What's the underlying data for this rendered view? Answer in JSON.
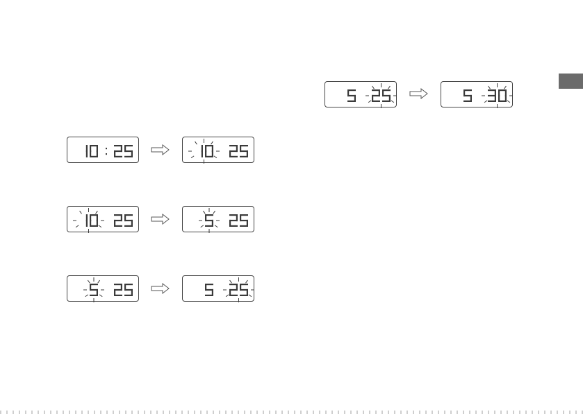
{
  "colors": {
    "ink": "#3a3a3a",
    "frame": "#444444",
    "tab": "#6b6b6b"
  },
  "displays": [
    {
      "h": "10",
      "colon": ":",
      "m": "25",
      "blink": "none"
    },
    {
      "h": "10",
      "colon": "",
      "m": "25",
      "blink": "hour"
    },
    {
      "h": "10",
      "colon": "",
      "m": "25",
      "blink": "hour"
    },
    {
      "h": "5",
      "colon": "",
      "m": "25",
      "blink": "hour"
    },
    {
      "h": "5",
      "colon": "",
      "m": "25",
      "blink": "hour"
    },
    {
      "h": "5",
      "colon": "",
      "m": "25",
      "blink": "min"
    },
    {
      "h": "5",
      "colon": "",
      "m": "25",
      "blink": "min"
    },
    {
      "h": "5",
      "colon": "",
      "m": "30",
      "blink": "min"
    }
  ]
}
